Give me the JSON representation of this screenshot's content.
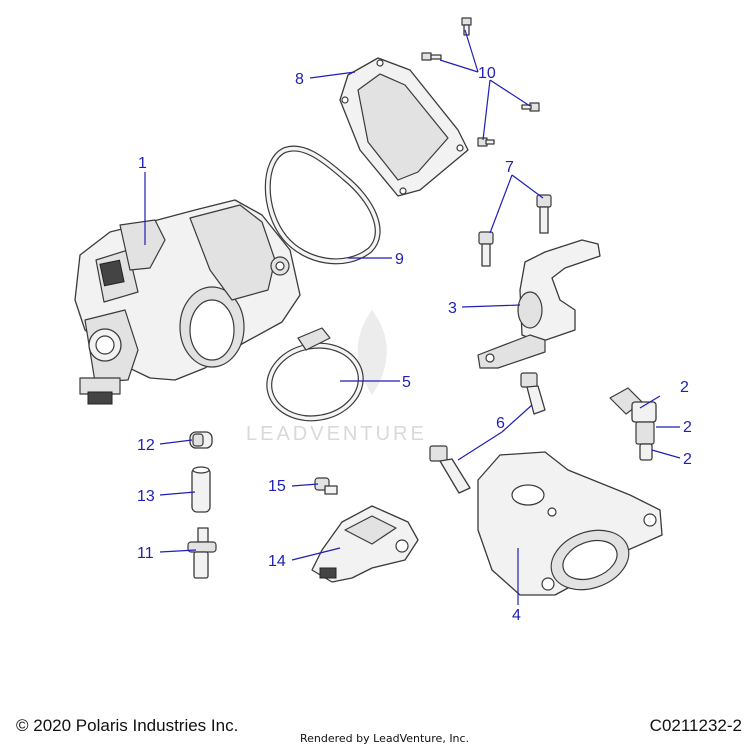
{
  "callouts": [
    {
      "id": "1",
      "label": "1"
    },
    {
      "id": "2a",
      "label": "2"
    },
    {
      "id": "2b",
      "label": "2"
    },
    {
      "id": "2c",
      "label": "2"
    },
    {
      "id": "3",
      "label": "3"
    },
    {
      "id": "4",
      "label": "4"
    },
    {
      "id": "5",
      "label": "5"
    },
    {
      "id": "6",
      "label": "6"
    },
    {
      "id": "7",
      "label": "7"
    },
    {
      "id": "8",
      "label": "8"
    },
    {
      "id": "9",
      "label": "9"
    },
    {
      "id": "10",
      "label": "10"
    },
    {
      "id": "11",
      "label": "11"
    },
    {
      "id": "12",
      "label": "12"
    },
    {
      "id": "13",
      "label": "13"
    },
    {
      "id": "14",
      "label": "14"
    },
    {
      "id": "15",
      "label": "15"
    }
  ],
  "watermark": "LEADVENTURE",
  "footer": {
    "copyright": "© 2020 Polaris Industries Inc.",
    "rendered_by": "Rendered by LeadVenture, Inc.",
    "drawing_code": "C0211232-2"
  },
  "colors": {
    "callout": "#1f1fb8",
    "line": "#3a3a3a",
    "fill": "#f2f2f2"
  }
}
